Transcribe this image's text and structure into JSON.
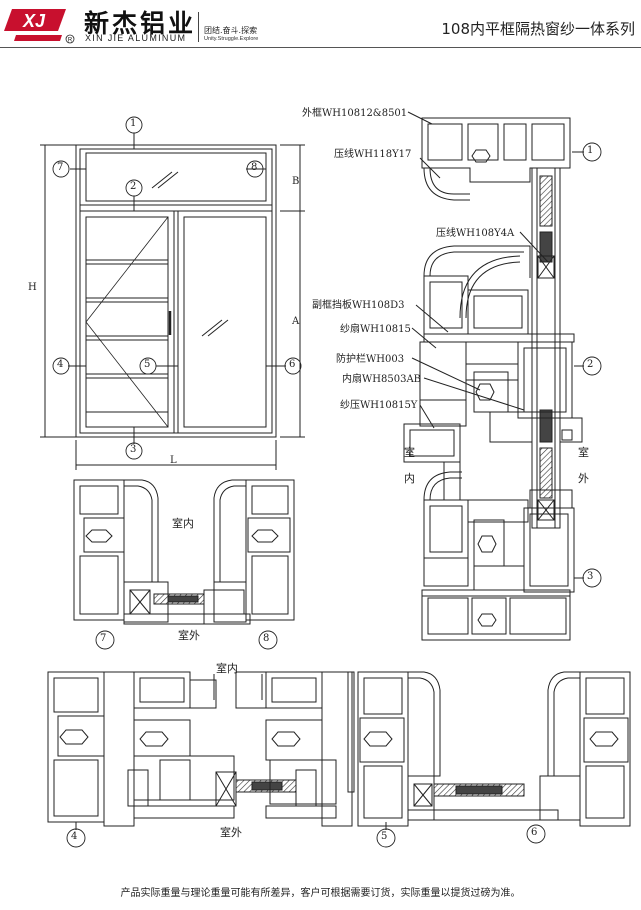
{
  "header": {
    "brand_cn": "新杰铝业",
    "brand_en": "XIN JIE ALUMINUM",
    "slogan_cn": "团结.奋斗.探索",
    "slogan_en": "Unity.Struggle.Explore",
    "series_title": "108内平框隔热窗纱一体系列",
    "logo_letters": "XJ"
  },
  "elevation": {
    "markers": [
      "1",
      "2",
      "3",
      "4",
      "5",
      "6",
      "7",
      "8"
    ],
    "dims": {
      "height": "H",
      "width": "L",
      "upper": "B",
      "lower": "A"
    }
  },
  "profile_labels": [
    "外框WH10812&8501",
    "压线WH118Y17",
    "压线WH108Y4A",
    "副框挡板WH108D3",
    "纱扇WH10815",
    "防护栏WH003",
    "内扇WH8503AB",
    "纱压WH10815Y"
  ],
  "section_markers": [
    "1",
    "2",
    "3",
    "4",
    "5",
    "6",
    "7",
    "8"
  ],
  "rooms": {
    "inside": "室内",
    "outside": "室外",
    "inside_v1": "室",
    "inside_v2": "内",
    "outside_v1": "室",
    "outside_v2": "外"
  },
  "footer": "产品实际重量与理论重量可能有所差异，客户可根据需要订货，实际重量以提货过磅为准。"
}
